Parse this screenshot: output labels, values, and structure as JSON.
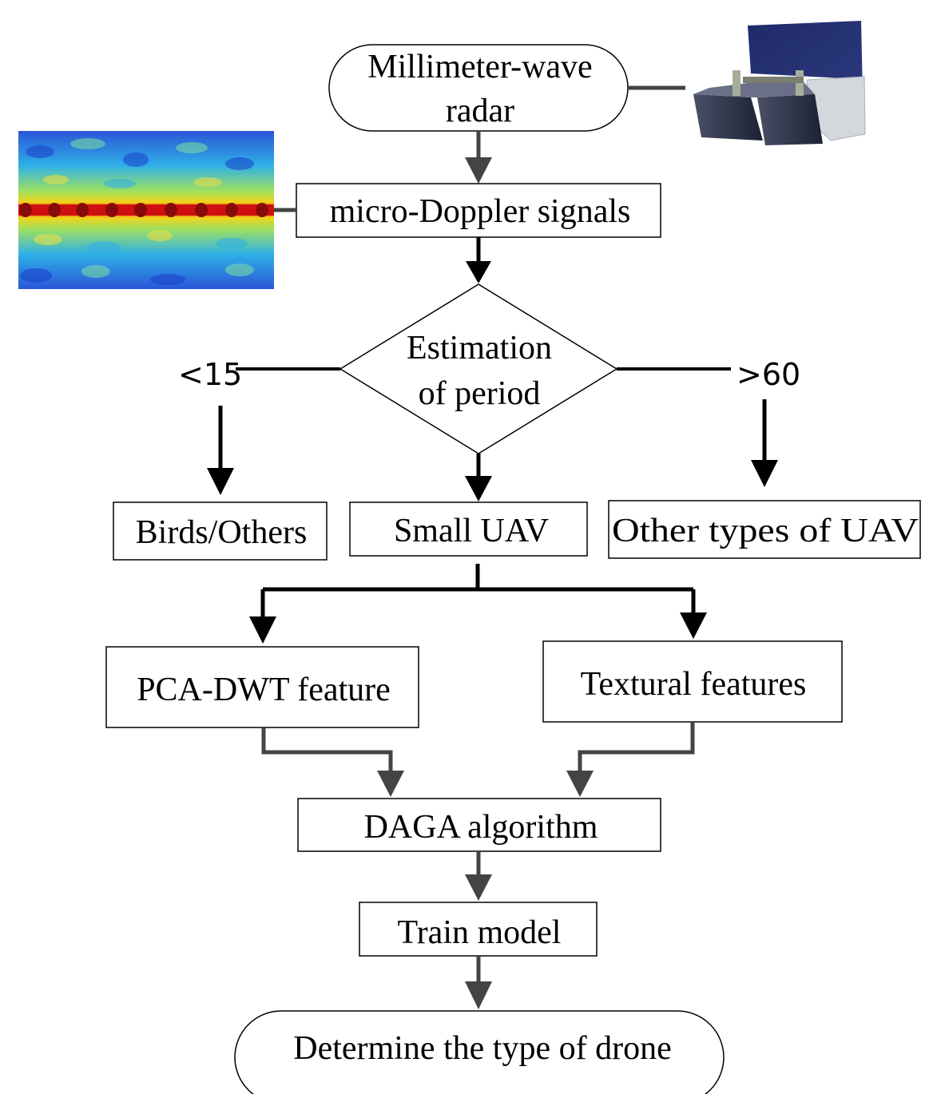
{
  "nodes": {
    "radar": {
      "lines": [
        "Millimeter-wave",
        "radar"
      ]
    },
    "micro_doppler": {
      "label": "micro-Doppler signals"
    },
    "estimation": {
      "lines": [
        "Estimation",
        "of period"
      ]
    },
    "birds": {
      "label": "Birds/Others"
    },
    "small_uav": {
      "label": "Small UAV"
    },
    "other_uav": {
      "label": "Other types of UAV"
    },
    "pca_dwt": {
      "label": "PCA-DWT feature"
    },
    "textural": {
      "label": "Textural features"
    },
    "daga": {
      "label": "DAGA algorithm"
    },
    "train": {
      "label": "Train model"
    },
    "determine": {
      "label": "Determine the type of drone"
    }
  },
  "branches": {
    "left_threshold": "<15",
    "right_threshold": ">60"
  },
  "images": {
    "radar_photo": "radar-hardware-photo",
    "spectrogram": "micro-doppler-spectrogram"
  },
  "colors": {
    "thick_arrow": "#444444",
    "line": "#000000",
    "spectrogram_high": "#d01010",
    "spectrogram_low": "#1a3fc8"
  }
}
